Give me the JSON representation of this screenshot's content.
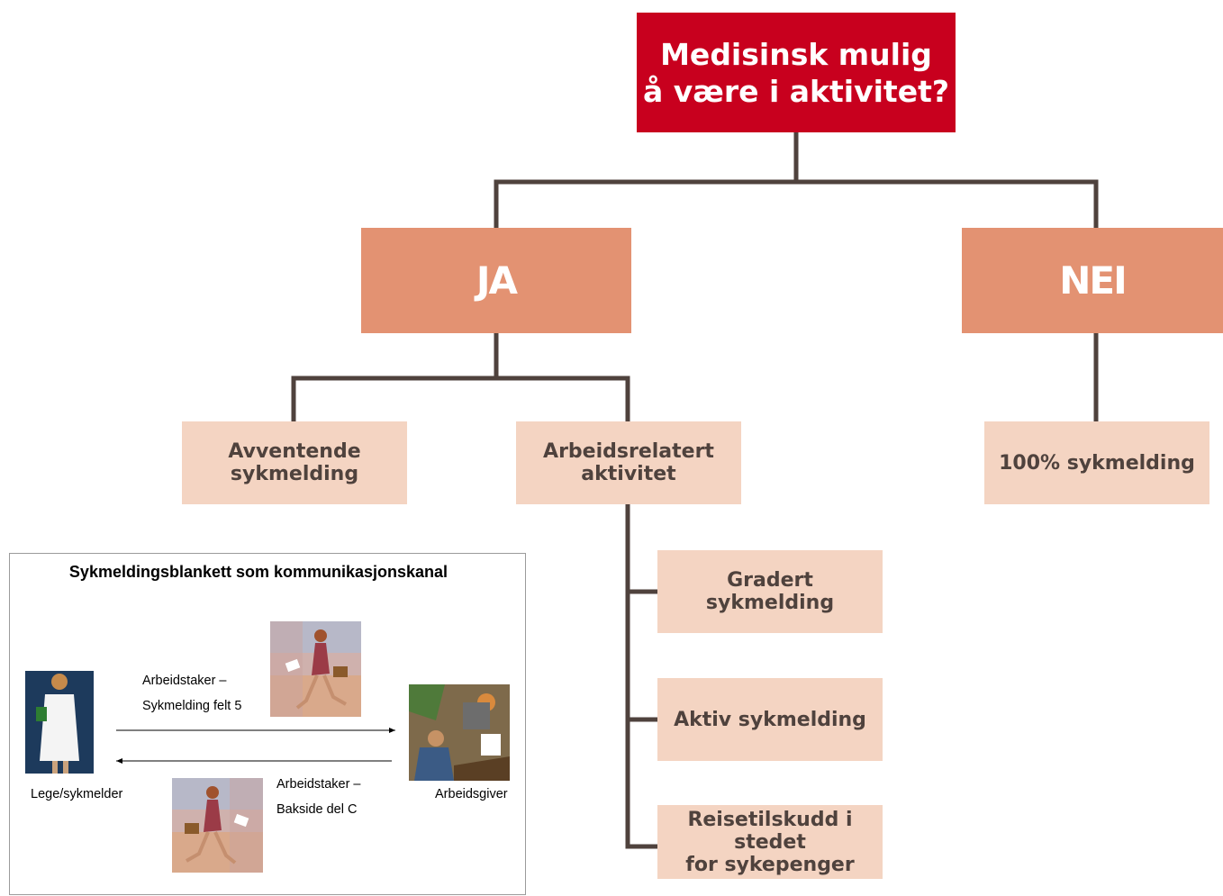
{
  "flow": {
    "root": "Medisinsk mulig\nå være i aktivitet?",
    "yes": "JA",
    "no": "NEI",
    "yes_children": [
      "Avventende\nsykmelding",
      "Arbeidsrelatert\naktivitet"
    ],
    "no_child": "100% sykmelding",
    "activity_children": [
      "Gradert\nsykmelding",
      "Aktiv sykmelding",
      "Reisetilskudd i stedet\nfor sykepenger"
    ]
  },
  "panel": {
    "title": "Sykmeldingsblankett som kommunikasjonskanal",
    "doctor_label": "Lege/sykmelder",
    "employer_label": "Arbeidsgiver",
    "to_employer": "Arbeidstaker –\nSykmelding felt 5",
    "to_doctor": "Arbeidstaker –\nBakside del C"
  },
  "colors": {
    "root": "#c8001e",
    "mid": "#e39272",
    "leaf": "#f4d4c2",
    "connector": "#4f423d"
  }
}
